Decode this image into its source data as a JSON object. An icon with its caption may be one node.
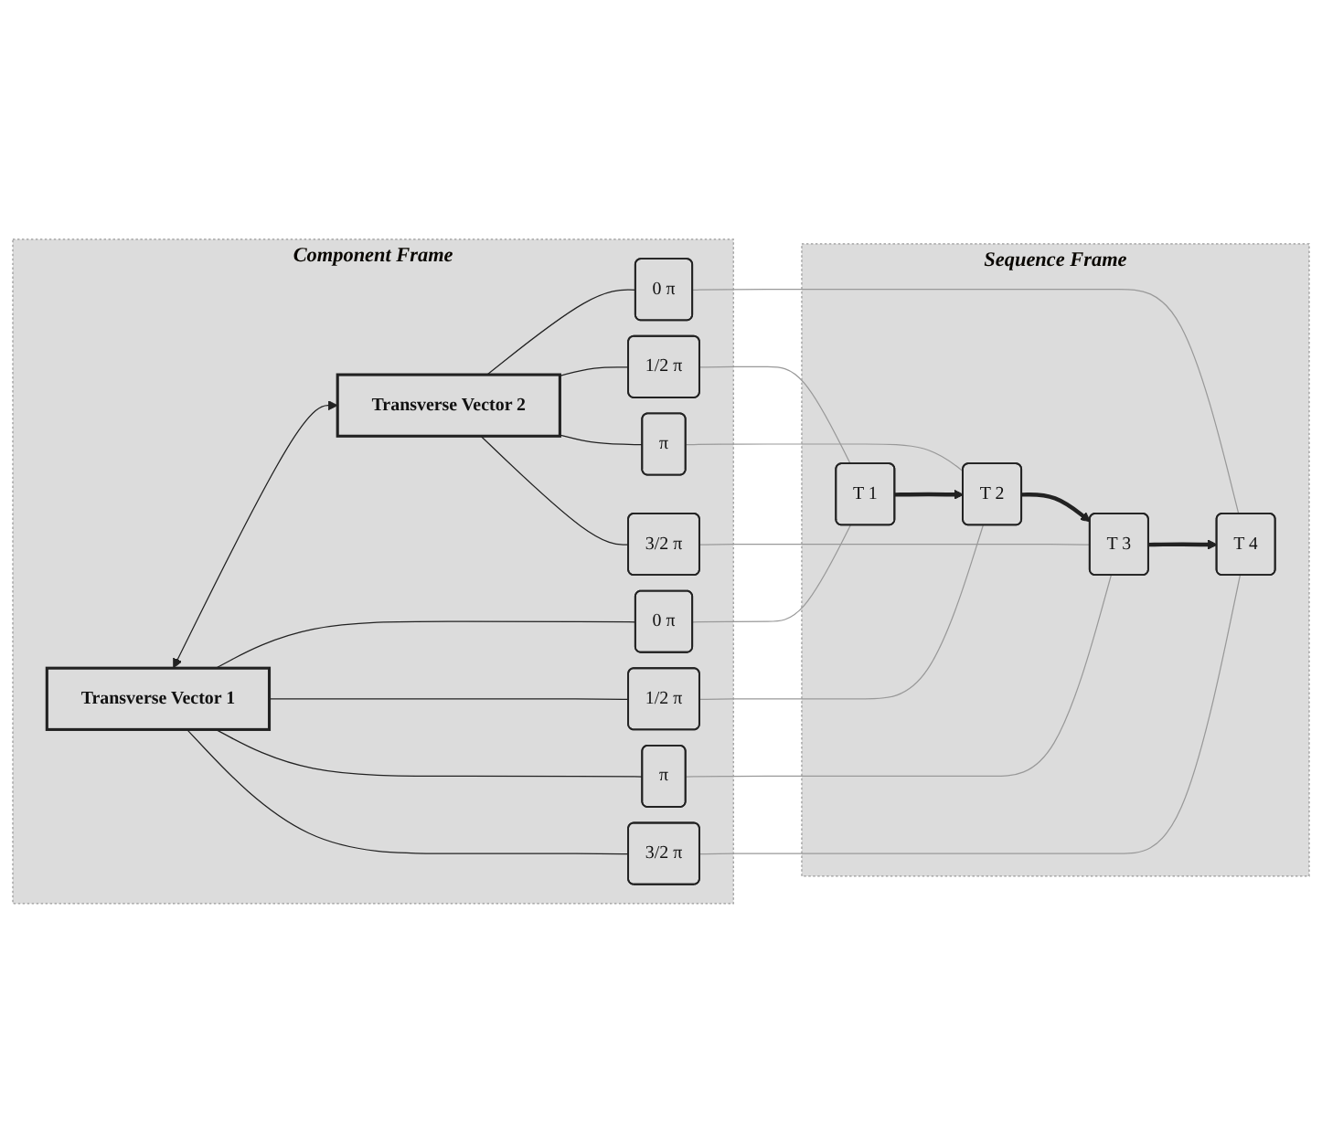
{
  "diagram": {
    "nodes": [
      {
        "text": [
          "Component Frame"
        ]
      },
      {
        "text": [
          "Transverse Vector 1"
        ],
        "in": 0
      },
      {
        "text": [
          "0 π"
        ],
        "in": 0
      },
      {
        "text": [
          "1/2 π"
        ],
        "in": 0
      },
      {
        "text": [
          "π"
        ],
        "in": 0
      },
      {
        "text": [
          "3/2 π"
        ],
        "in": 0
      },
      {
        "text": [
          "Transverse Vector 2"
        ],
        "in": 0
      },
      {
        "text": [
          "0 π"
        ],
        "in": 0
      },
      {
        "text": [
          "1/2 π"
        ],
        "in": 0
      },
      {
        "text": [
          "π"
        ],
        "in": 0
      },
      {
        "text": [
          "3/2 π"
        ],
        "in": 0
      },
      {
        "text": [
          "Sequence Frame"
        ]
      },
      {
        "text": [
          "T 1"
        ],
        "in": 11
      },
      {
        "text": [
          "T 2"
        ],
        "in": 11
      },
      {
        "text": [
          "T 3"
        ],
        "in": 11
      },
      {
        "text": [
          "T 4"
        ],
        "in": 11
      }
    ],
    "edges": [
      {
        "from": 12,
        "to": 13,
        "arrow": "to",
        "style": "thick"
      },
      {
        "from": 13,
        "to": 14,
        "arrow": "to",
        "style": "thick"
      },
      {
        "from": 14,
        "to": 15,
        "arrow": "to",
        "style": "thick"
      },
      {
        "from": 1,
        "to": 6,
        "arrow": "both"
      },
      {
        "from": 1,
        "to": 2,
        "arrow": "none"
      },
      {
        "from": 1,
        "to": 3,
        "arrow": "none"
      },
      {
        "from": 1,
        "to": 4,
        "arrow": "none"
      },
      {
        "from": 1,
        "to": 5,
        "arrow": "none"
      },
      {
        "from": 6,
        "to": 7,
        "arrow": "none"
      },
      {
        "from": 6,
        "to": 8,
        "arrow": "none"
      },
      {
        "from": 6,
        "to": 9,
        "arrow": "none"
      },
      {
        "from": 6,
        "to": 10,
        "arrow": "none"
      },
      {
        "from": 2,
        "to": 12,
        "arrow": "none",
        "color": "#999999"
      },
      {
        "from": 3,
        "to": 13,
        "arrow": "none",
        "color": "#999999"
      },
      {
        "from": 4,
        "to": 14,
        "arrow": "none",
        "color": "#999999"
      },
      {
        "from": 5,
        "to": 15,
        "arrow": "none",
        "color": "#999999"
      },
      {
        "from": 7,
        "to": 15,
        "arrow": "none",
        "color": "#999999"
      },
      {
        "from": 8,
        "to": 12,
        "arrow": "none",
        "color": "#999999"
      },
      {
        "from": 9,
        "to": 13,
        "arrow": "none",
        "color": "#999999"
      },
      {
        "from": 10,
        "to": 14,
        "arrow": "none",
        "color": "#999999"
      }
    ]
  }
}
